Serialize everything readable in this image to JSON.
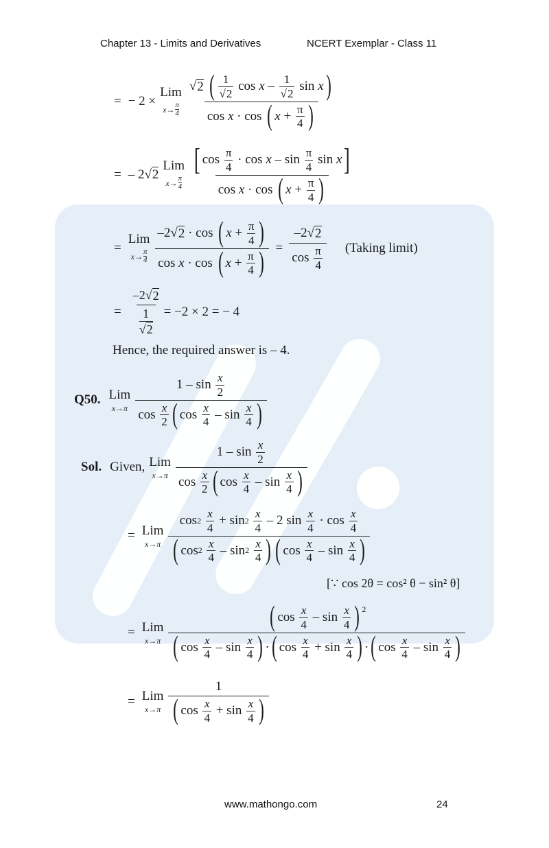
{
  "header": {
    "chapter": "Chapter 13 - Limits and Derivatives",
    "book": "NCERT Exemplar - Class 11"
  },
  "steps": {
    "s1": {
      "eq": "=",
      "coef": "− 2 ×",
      "lim": "Lim",
      "sub": "x→π/4",
      "num": "√2 ( (1/√2) cos x − (1/√2) sin x )",
      "den": "cos x · cos ( x + π/4 )"
    },
    "s2": {
      "eq": "=",
      "coef": "− 2√2",
      "lim": "Lim",
      "sub": "x→π/4",
      "num": "[ cos (π/4) · cos x − sin (π/4) sin x ]",
      "den": "cos x · cos ( x + π/4 )"
    },
    "s3": {
      "eq": "=",
      "lim": "Lim",
      "sub": "x→π/4",
      "num": "−2√2 · cos ( x + π/4 )",
      "den": "cos x · cos ( x + π/4 )",
      "result": "−2√2 / cos (π/4)",
      "note": "(Taking limit)"
    },
    "s4": {
      "eq": "=",
      "expr": "(−2√2) / (1/√2) = −2 × 2 = − 4",
      "tail": "= −2 × 2 = − 4"
    },
    "conclusion": "Hence, the required answer is – 4."
  },
  "question": {
    "label": "Q50.",
    "lim": "Lim",
    "sub": "x→π",
    "num": "1 − sin (x/2)",
    "den": "cos (x/2) ( cos (x/4) − sin (x/4) )"
  },
  "solution": {
    "label": "Sol.",
    "given": "Given,",
    "lim": "Lim",
    "sub": "x→π",
    "num": "1 − sin (x/2)",
    "den": "cos (x/2) ( cos (x/4) − sin (x/4) )",
    "step1": {
      "eq": "=",
      "lim": "Lim",
      "sub": "x→π",
      "num": "cos² (x/4) + sin² (x/4) − 2 sin (x/4) · cos (x/4)",
      "den": "( cos² (x/4) − sin² (x/4) ) ( cos (x/4) − sin (x/4) )"
    },
    "identity": "[∵   cos 2θ = cos² θ − sin² θ]",
    "step2": {
      "eq": "=",
      "lim": "Lim",
      "sub": "x→π",
      "num": "( cos (x/4) − sin (x/4) )²",
      "den": "( cos (x/4) − sin (x/4) ) · ( cos (x/4) + sin (x/4) ) · ( cos (x/4) − sin (x/4) )"
    },
    "step3": {
      "eq": "=",
      "lim": "Lim",
      "sub": "x→π",
      "num": "1",
      "den": "( cos (x/4) + sin (x/4) )"
    }
  },
  "footer": {
    "website": "www.mathongo.com",
    "page_number": "24"
  },
  "colors": {
    "watermark_bg": "#e6eef8",
    "watermark_mark": "#ffffff",
    "text": "#1a1a1a"
  }
}
